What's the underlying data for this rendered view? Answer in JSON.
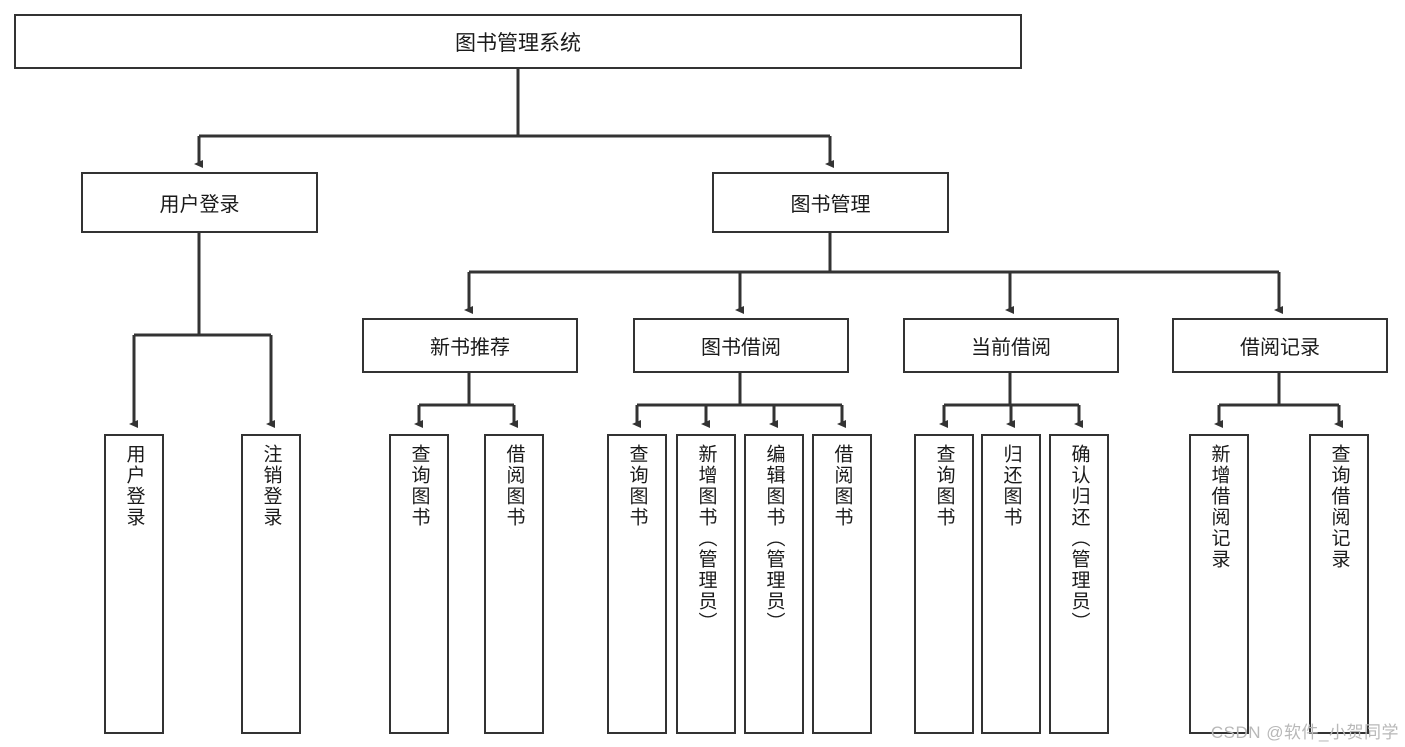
{
  "diagram": {
    "title": "图书管理系统",
    "type": "hierarchy-tree",
    "root": {
      "label": "图书管理系统"
    },
    "level1": [
      {
        "label": "用户登录"
      },
      {
        "label": "图书管理"
      }
    ],
    "level2": [
      {
        "label": "新书推荐"
      },
      {
        "label": "图书借阅"
      },
      {
        "label": "当前借阅"
      },
      {
        "label": "借阅记录"
      }
    ],
    "leaves": [
      {
        "label": "用户登录"
      },
      {
        "label": "注销登录"
      },
      {
        "label": "查询图书"
      },
      {
        "label": "借阅图书"
      },
      {
        "label": "查询图书"
      },
      {
        "label": "新增图书（管理员）"
      },
      {
        "label": "编辑图书（管理员）"
      },
      {
        "label": "借阅图书"
      },
      {
        "label": "查询图书"
      },
      {
        "label": "归还图书"
      },
      {
        "label": "确认归还（管理员）"
      },
      {
        "label": "新增借阅记录"
      },
      {
        "label": "查询借阅记录"
      }
    ],
    "watermark": "CSDN @软件_小贺同学",
    "colors": {
      "stroke": "#333333",
      "fill": "#ffffff",
      "text": "#1a1a1a",
      "watermark": "#b8b8b8"
    }
  }
}
